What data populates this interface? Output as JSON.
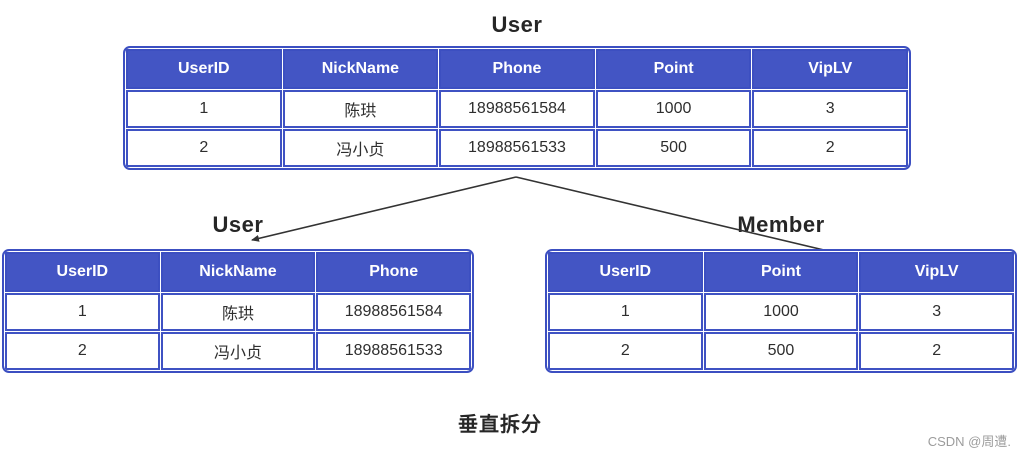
{
  "colors": {
    "table_border": "#3c4fc1",
    "header_bg": "#4355c4",
    "header_text": "#ffffff",
    "cell_text": "#2e2e2e",
    "title_text": "#262626",
    "arrow": "#333333",
    "watermark_text": "#9c9c9c",
    "page_bg": "#ffffff"
  },
  "diagram": {
    "top_table": {
      "title": "User",
      "columns": [
        "UserID",
        "NickName",
        "Phone",
        "Point",
        "VipLV"
      ],
      "rows": [
        [
          "1",
          "陈珙",
          "18988561584",
          "1000",
          "3"
        ],
        [
          "2",
          "冯小贞",
          "18988561533",
          "500",
          "2"
        ]
      ]
    },
    "left_table": {
      "title": "User",
      "columns": [
        "UserID",
        "NickName",
        "Phone"
      ],
      "rows": [
        [
          "1",
          "陈珙",
          "18988561584"
        ],
        [
          "2",
          "冯小贞",
          "18988561533"
        ]
      ]
    },
    "right_table": {
      "title": "Member",
      "columns": [
        "UserID",
        "Point",
        "VipLV"
      ],
      "rows": [
        [
          "1",
          "1000",
          "3"
        ],
        [
          "2",
          "500",
          "2"
        ]
      ]
    },
    "caption": "垂直拆分",
    "watermark": "CSDN @周遭."
  }
}
